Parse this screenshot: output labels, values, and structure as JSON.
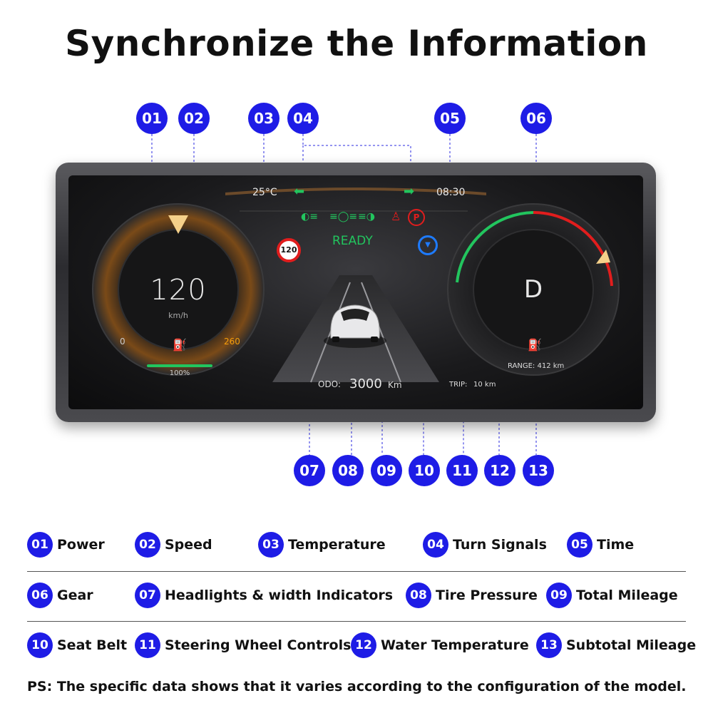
{
  "title": "Synchronize the Information",
  "callouts": [
    "01",
    "02",
    "03",
    "04",
    "05",
    "06",
    "07",
    "08",
    "09",
    "10",
    "11",
    "12",
    "13"
  ],
  "screen": {
    "temperature": "25°C",
    "time": "08:30",
    "status": "READY",
    "speed_limit": "120",
    "speed": "120",
    "speed_unit": "km/h",
    "speed_min": "0",
    "speed_max": "260",
    "battery_percent": "100%",
    "battery_level": 1.0,
    "gear": "D",
    "range_label": "RANGE:",
    "range_value": "412 km",
    "odo_label": "ODO:",
    "odo_value": "3000",
    "odo_unit": "Km",
    "trip_label": "TRIP:",
    "trip_value": "10 km"
  },
  "legend": [
    {
      "num": "01",
      "label": "Power"
    },
    {
      "num": "02",
      "label": "Speed"
    },
    {
      "num": "03",
      "label": "Temperature"
    },
    {
      "num": "04",
      "label": "Turn Signals"
    },
    {
      "num": "05",
      "label": "Time"
    },
    {
      "num": "06",
      "label": "Gear"
    },
    {
      "num": "07",
      "label": "Headlights & width Indicators"
    },
    {
      "num": "08",
      "label": "Tire Pressure"
    },
    {
      "num": "09",
      "label": "Total Mileage"
    },
    {
      "num": "10",
      "label": "Seat Belt"
    },
    {
      "num": "11",
      "label": "Steering Wheel Controls"
    },
    {
      "num": "12",
      "label": "Water Temperature"
    },
    {
      "num": "13",
      "label": "Subtotal Mileage"
    }
  ],
  "note": "PS: The specific data shows that it varies according to the configuration of the model.",
  "colors": {
    "badge": "#1e1ce6",
    "accent_green": "#22c55e",
    "accent_red": "#e11d1d",
    "accent_orange": "#f59e0b",
    "accent_blue": "#1e7bff"
  }
}
